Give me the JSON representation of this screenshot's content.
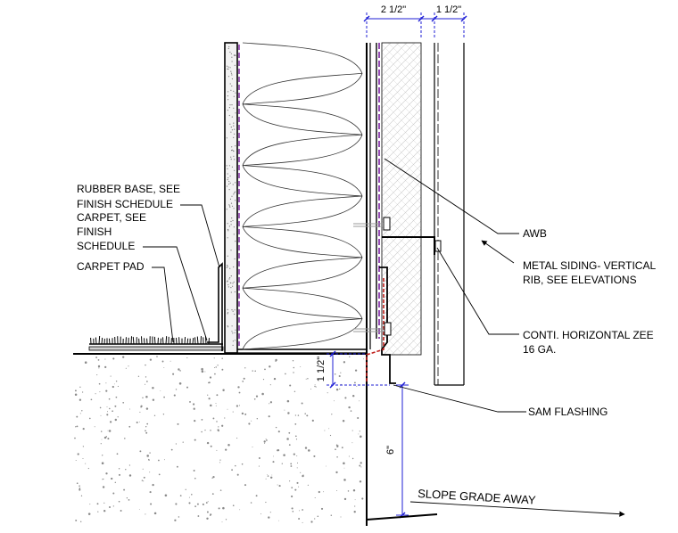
{
  "dimensions": {
    "top_left": "2 1/2\"",
    "top_right": "1 1/2\"",
    "flashing_height": "1 1/2\"",
    "grade_height": "6\""
  },
  "callouts": {
    "rubber_base": [
      "RUBBER BASE, SEE",
      "FINISH SCHEDULE"
    ],
    "carpet": [
      "CARPET, SEE",
      "FINISH",
      "SCHEDULE"
    ],
    "carpet_pad": "CARPET PAD",
    "awb": "AWB",
    "metal_siding": [
      "METAL SIDING- VERTICAL",
      "RIB, SEE ELEVATIONS"
    ],
    "zee": [
      "CONTI. HORIZONTAL ZEE",
      "16 GA."
    ],
    "sam_flashing": "SAM FLASHING",
    "slope": "SLOPE GRADE AWAY"
  },
  "colors": {
    "line": "#000000",
    "dimension": "#1f1fd6",
    "awb_membrane": "#7a1fa0",
    "flashing": "#c0201c",
    "concrete_speckle": "#8a8a8a"
  }
}
